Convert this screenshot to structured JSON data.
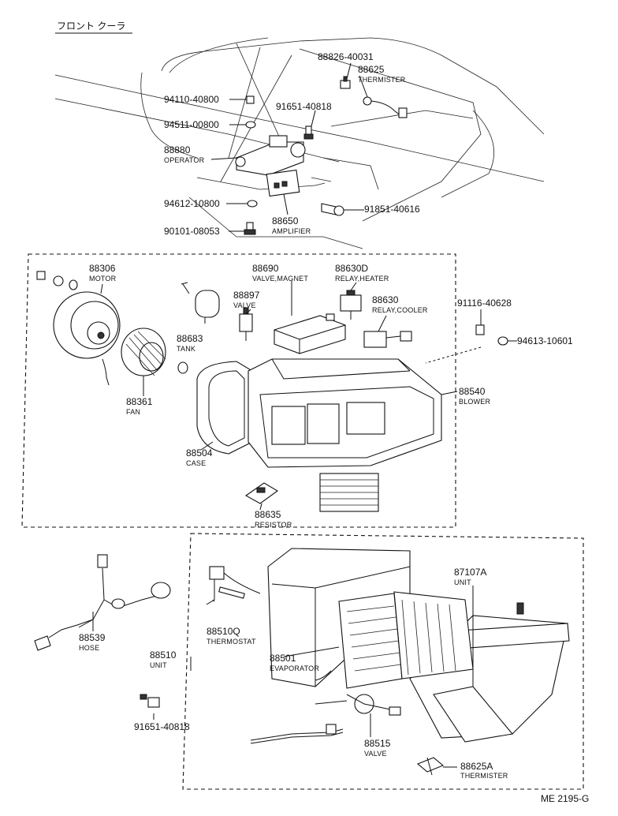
{
  "header": {
    "title": "フロント クーラ"
  },
  "footer": {
    "drawing_code": "ME 2195-G"
  },
  "parts": [
    {
      "id": "p01",
      "number": "88826-40031",
      "name": ""
    },
    {
      "id": "p02",
      "number": "88625",
      "name": "THERMISTER"
    },
    {
      "id": "p03",
      "number": "94110-40800",
      "name": ""
    },
    {
      "id": "p04",
      "number": "91651-40818",
      "name": ""
    },
    {
      "id": "p05",
      "number": "94511-00800",
      "name": ""
    },
    {
      "id": "p06",
      "number": "88880",
      "name": "OPERATOR"
    },
    {
      "id": "p07",
      "number": "94612-10800",
      "name": ""
    },
    {
      "id": "p08",
      "number": "91851-40616",
      "name": ""
    },
    {
      "id": "p09",
      "number": "88650",
      "name": "AMPLIFIER"
    },
    {
      "id": "p10",
      "number": "90101-08053",
      "name": ""
    },
    {
      "id": "p11",
      "number": "88306",
      "name": "MOTOR"
    },
    {
      "id": "p12",
      "number": "88690",
      "name": "VALVE,MAGNET"
    },
    {
      "id": "p13",
      "number": "88630D",
      "name": "RELAY,HEATER"
    },
    {
      "id": "p14",
      "number": "88897",
      "name": "VALVE"
    },
    {
      "id": "p15",
      "number": "88630",
      "name": "RELAY,COOLER"
    },
    {
      "id": "p16",
      "number": "91116-40628",
      "name": ""
    },
    {
      "id": "p17",
      "number": "88683",
      "name": "TANK"
    },
    {
      "id": "p18",
      "number": "94613-10601",
      "name": ""
    },
    {
      "id": "p19",
      "number": "88361",
      "name": "FAN"
    },
    {
      "id": "p20",
      "number": "88540",
      "name": "BLOWER"
    },
    {
      "id": "p21",
      "number": "88504",
      "name": "CASE"
    },
    {
      "id": "p22",
      "number": "88635",
      "name": "RESISTOR"
    },
    {
      "id": "p23",
      "number": "87107A",
      "name": "UNIT"
    },
    {
      "id": "p24",
      "number": "88539",
      "name": "HOSE"
    },
    {
      "id": "p25",
      "number": "88510Q",
      "name": "THERMOSTAT"
    },
    {
      "id": "p26",
      "number": "88510",
      "name": "UNIT"
    },
    {
      "id": "p27",
      "number": "88501",
      "name": "EVAPORATOR"
    },
    {
      "id": "p28",
      "number": "91651-40818",
      "name": ""
    },
    {
      "id": "p29",
      "number": "88515",
      "name": "VALVE"
    },
    {
      "id": "p30",
      "number": "88625A",
      "name": "THERMISTER"
    }
  ]
}
